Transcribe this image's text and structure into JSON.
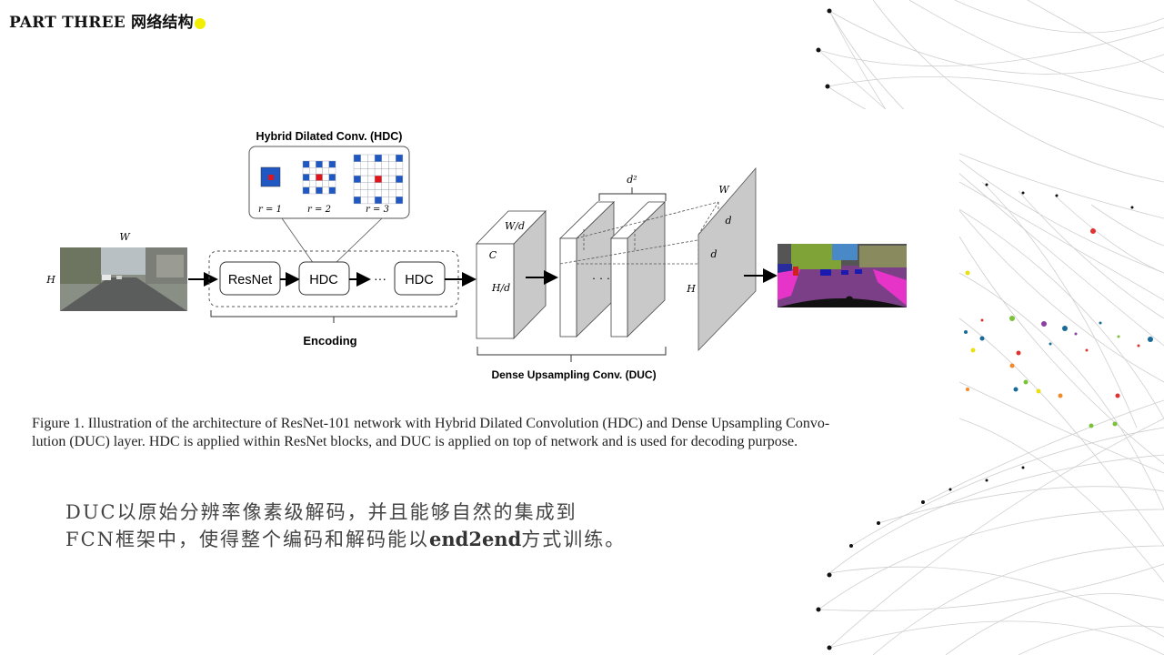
{
  "header": {
    "title": "PART  THREE  网络结构",
    "dot_color": "#f3ee00"
  },
  "figure": {
    "hdc_title": "Hybrid Dilated Conv. (HDC)",
    "rates": [
      "r = 1",
      "r = 2",
      "r = 3"
    ],
    "labels": {
      "W": "W",
      "H": "H",
      "resnet": "ResNet",
      "hdc": "HDC",
      "ellipsis": "···",
      "hdc2": "HDC",
      "encoding": "Encoding",
      "w_over_d": "W/d",
      "c": "C",
      "h_over_d": "H/d",
      "d_squared": "d²",
      "dots": "· · ·",
      "duc_title": "Dense Upsampling Conv. (DUC)",
      "W_out": "W",
      "d1": "d",
      "d2": "d",
      "H_out": "H"
    },
    "caption_line1": "Figure 1. Illustration of the architecture of ResNet-101 network with Hybrid Dilated Convolution (HDC) and Dense Upsampling Convo-",
    "caption_line2": "lution (DUC) layer. HDC is applied within ResNet blocks, and DUC is applied on top of network and is used for decoding purpose."
  },
  "body": {
    "line1": "DUC以原始分辨率像素级解码，并且能够自然的集成到",
    "line2_pre": "FCN框架中，使得整个编码和解码能以",
    "line2_bold": "end2end",
    "line2_post": "方式训练。"
  },
  "colors": {
    "kernel_blue": "#1f57c3",
    "kernel_red": "#e0151b",
    "seg_magenta": "#e633c8",
    "seg_purple": "#7a3f86"
  }
}
